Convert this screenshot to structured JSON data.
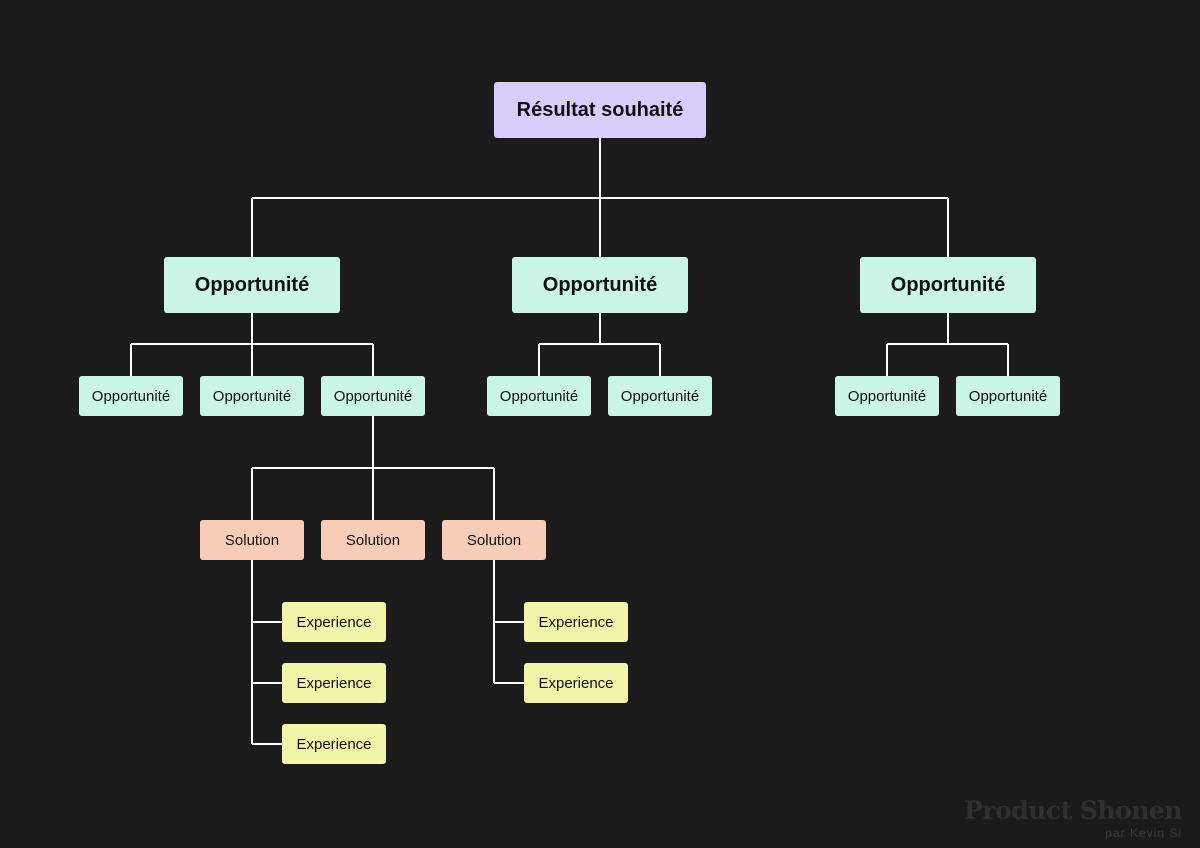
{
  "tree": {
    "outcome": {
      "label": "Résultat souhaité"
    },
    "opportunities": [
      {
        "label": "Opportunité",
        "children": [
          {
            "label": "Opportunité"
          },
          {
            "label": "Opportunité"
          },
          {
            "label": "Opportunité",
            "solutions": [
              {
                "label": "Solution",
                "experiences": [
                  {
                    "label": "Experience"
                  },
                  {
                    "label": "Experience"
                  },
                  {
                    "label": "Experience"
                  }
                ]
              },
              {
                "label": "Solution",
                "experiences": []
              },
              {
                "label": "Solution",
                "experiences": [
                  {
                    "label": "Experience"
                  },
                  {
                    "label": "Experience"
                  }
                ]
              }
            ]
          }
        ]
      },
      {
        "label": "Opportunité",
        "children": [
          {
            "label": "Opportunité"
          },
          {
            "label": "Opportunité"
          }
        ]
      },
      {
        "label": "Opportunité",
        "children": [
          {
            "label": "Opportunité"
          },
          {
            "label": "Opportunité"
          }
        ]
      }
    ]
  },
  "colors": {
    "background": "#1b1b1b",
    "connector": "#ffffff",
    "outcome": "#d9cdfc",
    "opportunity": "#cbf5e6",
    "solution": "#f8cdb8",
    "experience": "#f1f5a9",
    "watermark": "#2f2f2f"
  },
  "branding": {
    "title": "Product Shonen",
    "byline": "par Kevin Si"
  }
}
